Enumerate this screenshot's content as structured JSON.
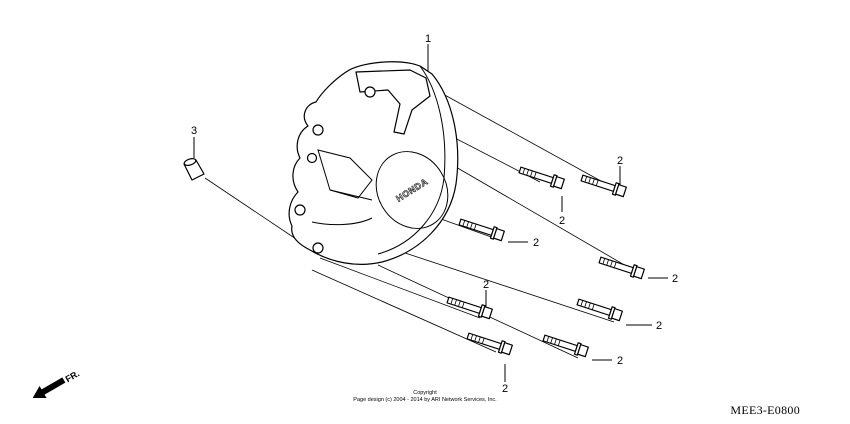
{
  "callouts": {
    "cover": "1",
    "bolt_a": "2",
    "bolt_b": "2",
    "bolt_c": "2",
    "bolt_d": "2",
    "bolt_e": "2",
    "bolt_f": "2",
    "bolt_g": "2",
    "bolt_h": "2",
    "dowel": "3"
  },
  "cover_brand": "HONDA",
  "direction_label": "FR.",
  "copyright": {
    "line1": "Copyright",
    "line2": "Page design (c) 2004 - 2014 by ARI Network Services, Inc."
  },
  "diagram_code": "MEE3-E0800"
}
